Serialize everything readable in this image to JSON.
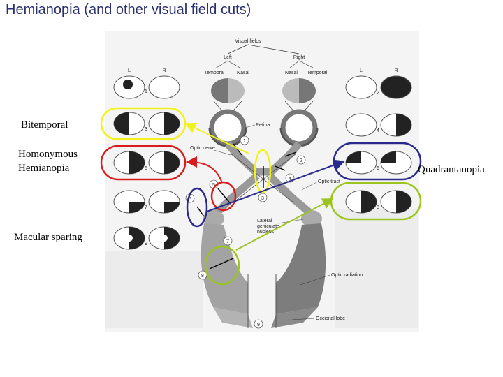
{
  "slide": {
    "title": "Hemianopia (and other visual field cuts)"
  },
  "side_labels": {
    "bitemporal": "Bitemporal",
    "homonymous_line1": "Homonymous",
    "homonymous_line2": "Hemianopia",
    "quadrantanopia": "Quadrantanopia",
    "macular_sparing": "Macular sparing"
  },
  "figure": {
    "visual_fields": "Visual fields",
    "left": "Left",
    "right": "Right",
    "temporal_left": "Temporal",
    "nasal_left": "Nasal",
    "nasal_right": "Nasal",
    "temporal_right": "Temporal",
    "eye_l": "L",
    "eye_r": "R",
    "retina": "Retina",
    "optic_nerve": "Optic nerve",
    "optic_tract": "Optic tract",
    "lgn_line1": "Lateral",
    "lgn_line2": "geniculate",
    "lgn_line3": "nucleus",
    "optic_radiation": "Optic radiation",
    "occipital_lobe": "Occipital lobe",
    "lesion_numbers": [
      "1",
      "2",
      "3",
      "4",
      "5",
      "6",
      "7",
      "8",
      "9"
    ]
  },
  "colors": {
    "title": "#2a2f6e",
    "yellow_annotation": "#f2f21a",
    "red_annotation": "#d81c1c",
    "blue_annotation": "#2a2a8c",
    "green_annotation": "#9bc41e"
  }
}
